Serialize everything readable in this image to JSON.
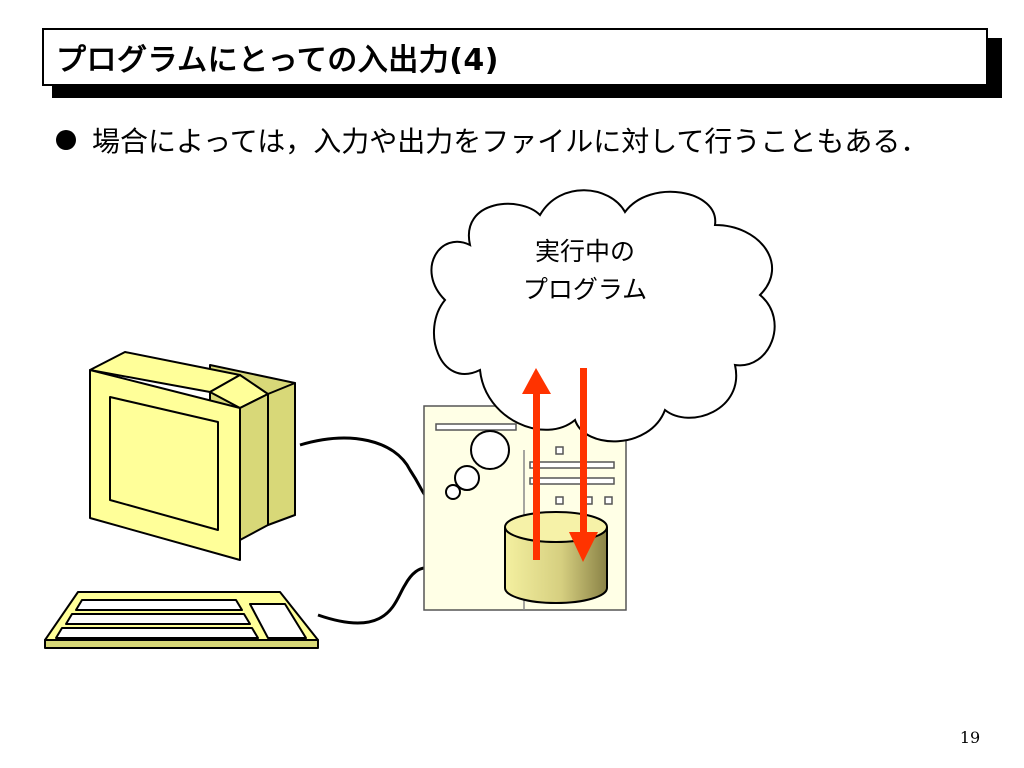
{
  "slide": {
    "title": "プログラムにとっての入出力(4)",
    "bullet": "場合によっては，入力や出力をファイルに対して行うこともある．",
    "cloud_label_line1": "実行中の",
    "cloud_label_line2": "プログラム",
    "page_number": "19"
  },
  "colors": {
    "device_fill": "#ffff99",
    "device_shade": "#d8d878",
    "server_fill": "#ffffe6",
    "arrow": "#ff3300",
    "cable": "#000000"
  }
}
